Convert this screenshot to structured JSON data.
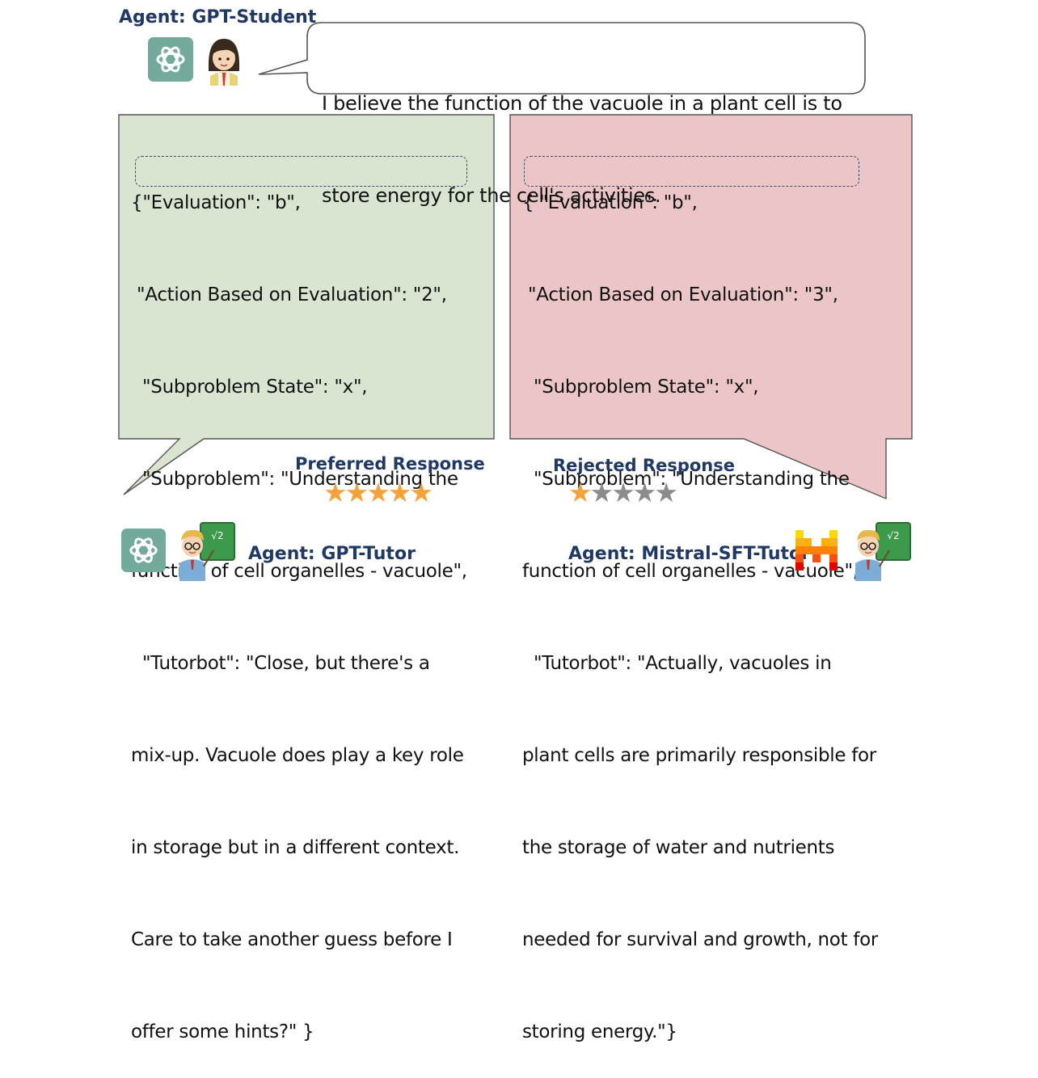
{
  "student": {
    "agent_label": "Agent: GPT-Student",
    "message_lines": [
      "I believe the function of the vacuole in a plant cell is to",
      "store energy for the cell's activities."
    ]
  },
  "preferred": {
    "lines": [
      "{\"Evaluation\": \"b\",",
      " \"Action Based on Evaluation\": \"2\",",
      "  \"Subproblem State\": \"x\",",
      "  \"Subproblem\": \"Understanding the",
      "function of cell organelles - vacuole\",",
      "  \"Tutorbot\": \"Close, but there's a",
      "mix-up. Vacuole does play a key role",
      "in storage but in a different context.",
      "Care to take another guess before I",
      "offer some hints?\" }"
    ],
    "label": "Preferred Response",
    "stars": 5,
    "stars_max": 5,
    "agent_label": "Agent: GPT-Tutor",
    "color": "#d9e5d0"
  },
  "rejected": {
    "lines": [
      "{ \"Evaluation\": \"b\",",
      " \"Action Based on Evaluation\": \"3\",",
      "  \"Subproblem State\": \"x\",",
      "  \"Subproblem\": \"Understanding the",
      "function of cell organelles - vacuole\",",
      "  \"Tutorbot\": \"Actually, vacuoles in",
      "plant cells are primarily responsible for",
      "the storage of water and nutrients",
      "needed for survival and growth, not for",
      "storing energy.\"}"
    ],
    "label": "Rejected Response",
    "stars": 1,
    "stars_max": 5,
    "agent_label": "Agent: Mistral-SFT-Tutor",
    "color": "#ecc6c6"
  },
  "icons": {
    "openai": "openai-logo-icon",
    "student": "student-avatar-icon",
    "tutor": "tutor-avatar-icon",
    "mistral": "mistral-logo-icon"
  },
  "star_colors": {
    "on": "#f5a23a",
    "off": "#8c8c8c"
  }
}
